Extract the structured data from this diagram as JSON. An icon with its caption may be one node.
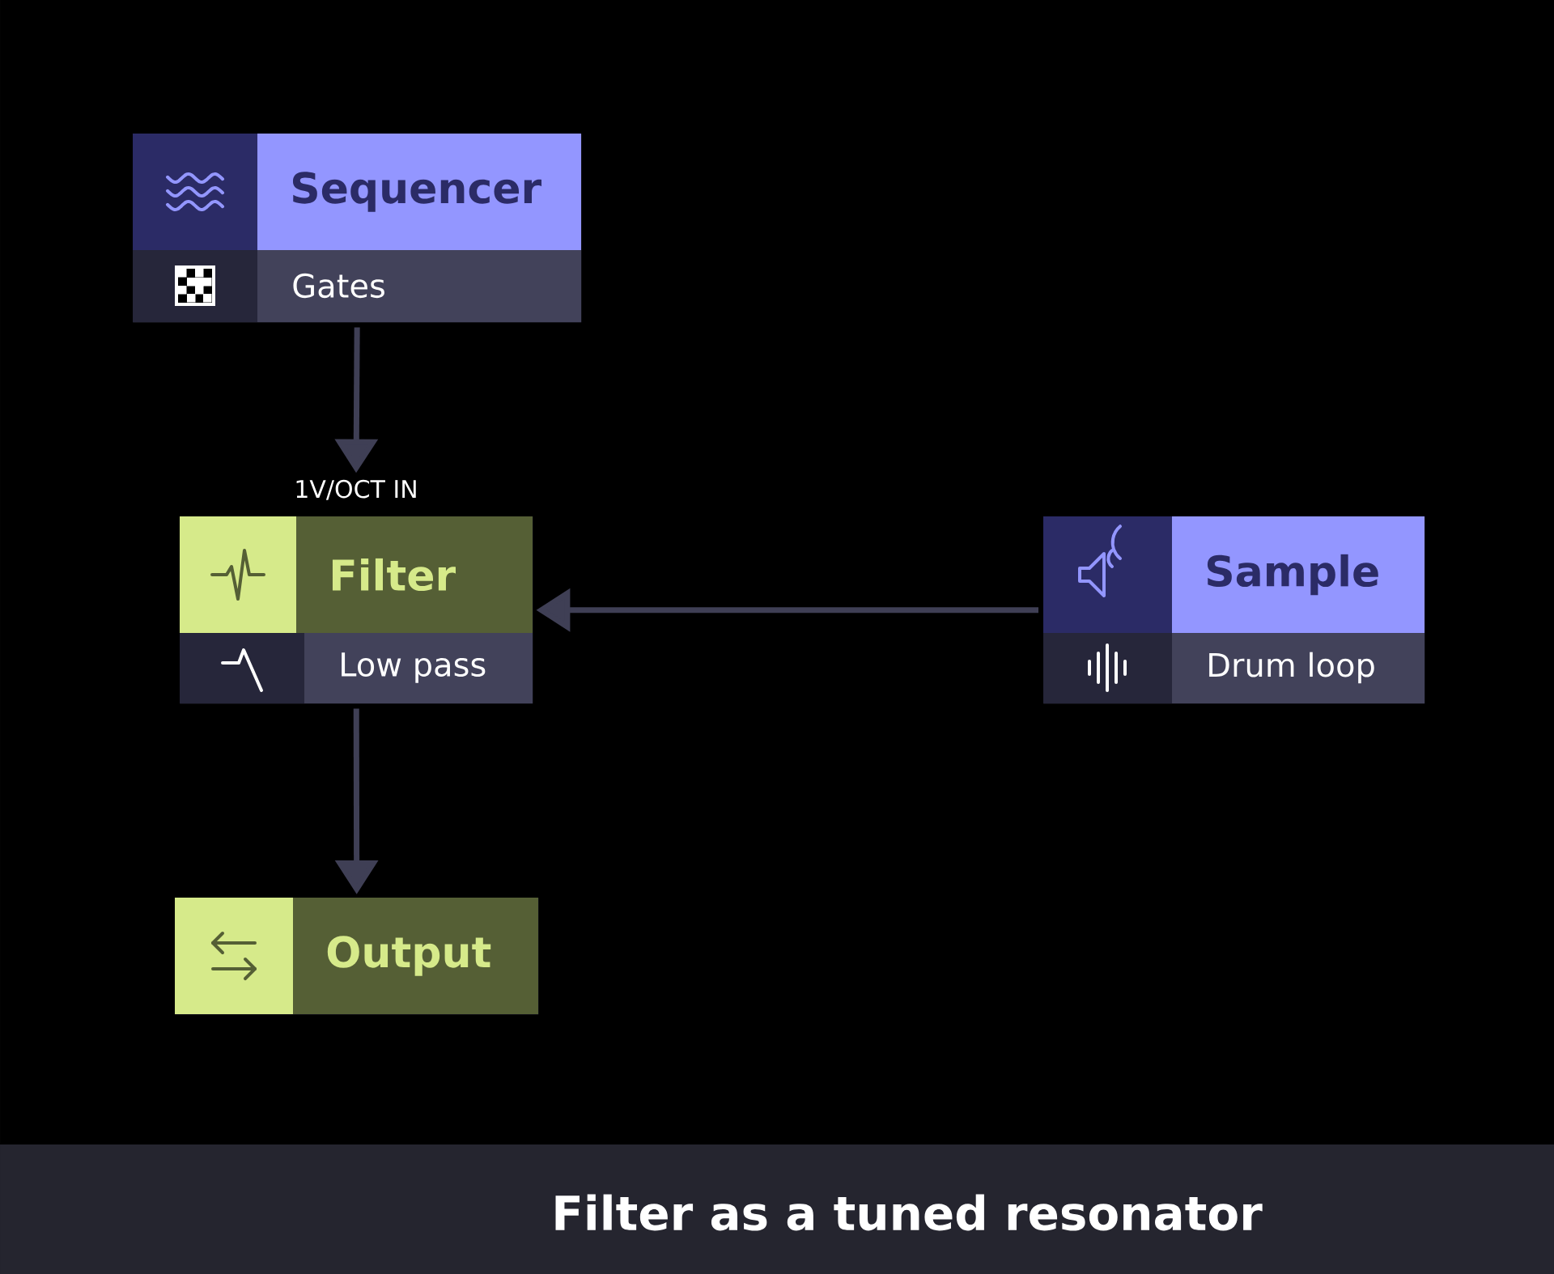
{
  "diagram": {
    "caption": "Filter as a tuned resonator",
    "nodes": [
      {
        "text": [
          "Sequencer",
          "Gates"
        ]
      },
      {
        "text": [
          "Filter",
          "Low pass"
        ],
        "beside": [
          "1V/OCT IN"
        ]
      },
      {
        "text": [
          "Sample",
          "Drum loop"
        ]
      },
      {
        "text": [
          "Output"
        ]
      }
    ],
    "edges": [
      {
        "from": 0,
        "to": 1,
        "arrow": "to"
      },
      {
        "from": 2,
        "to": 1,
        "arrow": "to"
      },
      {
        "from": 1,
        "to": 3,
        "arrow": "to"
      }
    ]
  }
}
